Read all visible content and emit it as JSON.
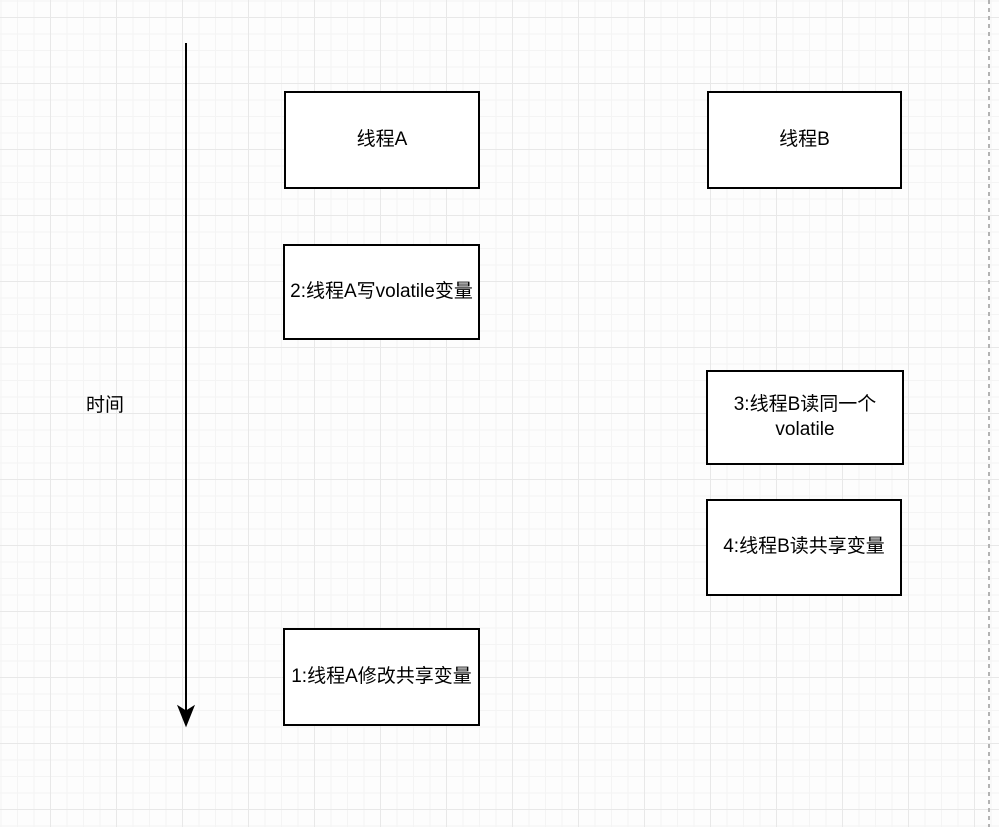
{
  "canvas": {
    "background_color": "#fdfdfd",
    "grid_minor_color": "#f4f4f4",
    "grid_major_color": "#e8e8e8",
    "shape_stroke_color": "#000000",
    "shape_fill_color": "#ffffff",
    "page_boundary_color": "#b3b3b3"
  },
  "timeline": {
    "label": "时间"
  },
  "boxes": {
    "thread_a": {
      "label": "线程A"
    },
    "thread_b": {
      "label": "线程B"
    },
    "step2": {
      "label": "2:线程A写volatile变量"
    },
    "step3": {
      "label": "3:线程B读同一个 volatile"
    },
    "step4": {
      "label": "4:线程B读共享变量"
    },
    "step1": {
      "label": "1:线程A修改共享变量"
    }
  }
}
